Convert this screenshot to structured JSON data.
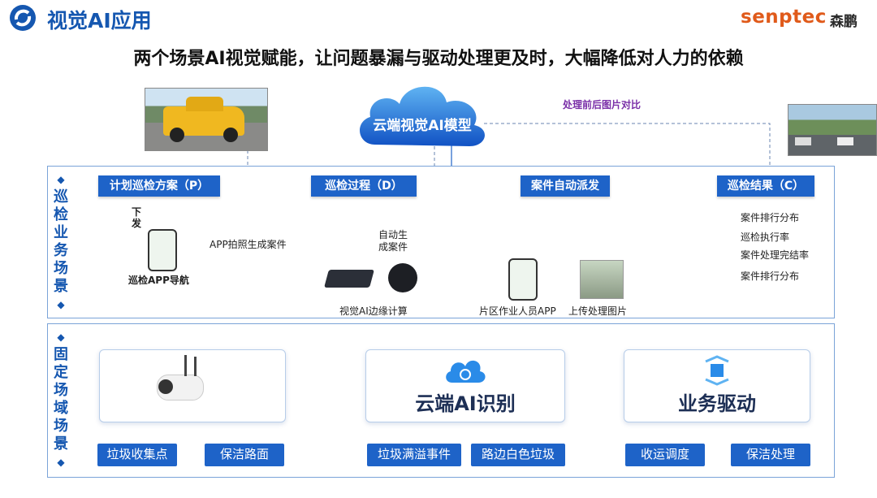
{
  "header": {
    "title": "视觉AI应用",
    "brand": "senptec",
    "brand_cn": "森鹏"
  },
  "subtitle": "两个场景AI视觉赋能，让问题暴漏与驱动处理更及时，大幅降低对人力的依赖",
  "cloud_model": "云端视觉AI模型",
  "compare_label": "处理前后图片对比",
  "inspection": {
    "section_label": [
      "巡",
      "检",
      "业",
      "务",
      "场",
      "景"
    ],
    "plan": "计划巡检方案（P）",
    "process": "巡检过程（D）",
    "dispatch": "案件自动派发",
    "result": "巡检结果（C）",
    "issue_label": [
      "下",
      "发"
    ],
    "app_photo": "APP拍照生成案件",
    "auto_case": [
      "自动生",
      "成案件"
    ],
    "app_nav": "巡检APP导航",
    "edge": "视觉AI边缘计算",
    "worker": "片区作业人员APP",
    "upload": "上传处理图片",
    "results": [
      "案件排行分布",
      "巡检执行率",
      "案件处理完结率",
      "案件排行分布"
    ]
  },
  "fixed": {
    "section_label": [
      "固",
      "定",
      "场",
      "域",
      "场",
      "景"
    ],
    "cloud_ai": "云端AI识别",
    "drive": "业务驱动",
    "buttons": [
      "垃圾收集点",
      "保洁路面",
      "垃圾满溢事件",
      "路边白色垃圾",
      "收运调度",
      "保洁处理"
    ]
  }
}
